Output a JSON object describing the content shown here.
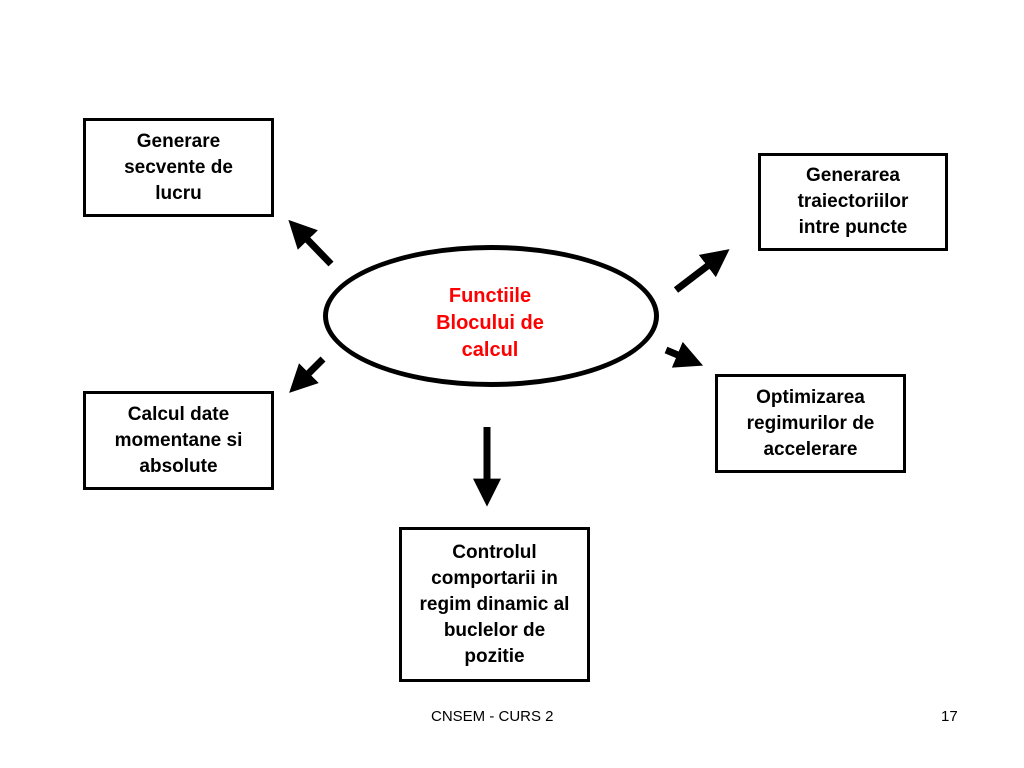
{
  "center": {
    "label": "Functiile\nBlocului   de\ncalcul",
    "color": "#ff0000"
  },
  "boxes": {
    "top_left": "Generare\nsecvente de\nlucru",
    "top_right": "Generarea\ntraiectoriilor\nintre puncte",
    "mid_right": "Optimizarea\nregimurilor de\naccelerare",
    "mid_left": "Calcul date\nmomentane si\nabsolute",
    "bottom": "Controlul\ncomportarii in\nregim dinamic al\nbuclelor de\npozitie"
  },
  "footer": {
    "course": "CNSEM - CURS 2",
    "page": "17"
  }
}
